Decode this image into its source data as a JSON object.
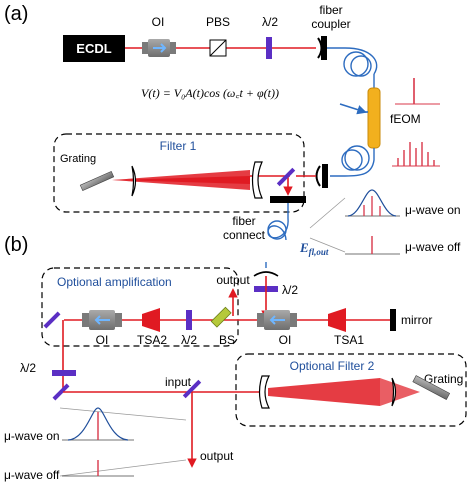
{
  "panels": {
    "a": "(a)",
    "b": "(b)"
  },
  "components": {
    "ecdl": "ECDL",
    "oi": "OI",
    "pbs": "PBS",
    "half_wave": "λ/2",
    "fiber_coupler_1": "fiber",
    "fiber_coupler_2": "coupler",
    "feom": "fEOM",
    "grating": "Grating",
    "filter1": "Filter 1",
    "fiber_connect_1": "fiber",
    "fiber_connect_2": "connect",
    "e_out": "E",
    "e_out_sub": "fl,out",
    "equation": "V(t) = V₀A(t)cos (ω꜀t + φ(t))",
    "optional_amplification": "Optional amplification",
    "output": "output",
    "oi_b1": "OI",
    "tsa2": "TSA2",
    "half_wave_b1": "λ/2",
    "bs": "BS",
    "oi_b2": "OI",
    "tsa1": "TSA1",
    "mirror": "mirror",
    "half_wave_b2": "λ/2",
    "half_wave_b3": "λ/2",
    "input": "input",
    "optional_filter2": "Optional Filter 2",
    "grating_b": "Grating",
    "output_bottom": "output"
  },
  "spectrum_labels": {
    "mu_wave_on_top": "μ-wave on",
    "mu_wave_off_top": "μ-wave off",
    "mu_wave_on_bottom": "μ-wave on",
    "mu_wave_off_bottom": "μ-wave off"
  },
  "colors": {
    "beam": "#e01a22",
    "fiber": "#2d6cc0",
    "panel_label_blue": "#1f4e9b",
    "eom": "#f2b01e",
    "oi_body": "#8c8c8c",
    "waveplate": "#5b2fc4",
    "spectrum": "#d9374a"
  }
}
